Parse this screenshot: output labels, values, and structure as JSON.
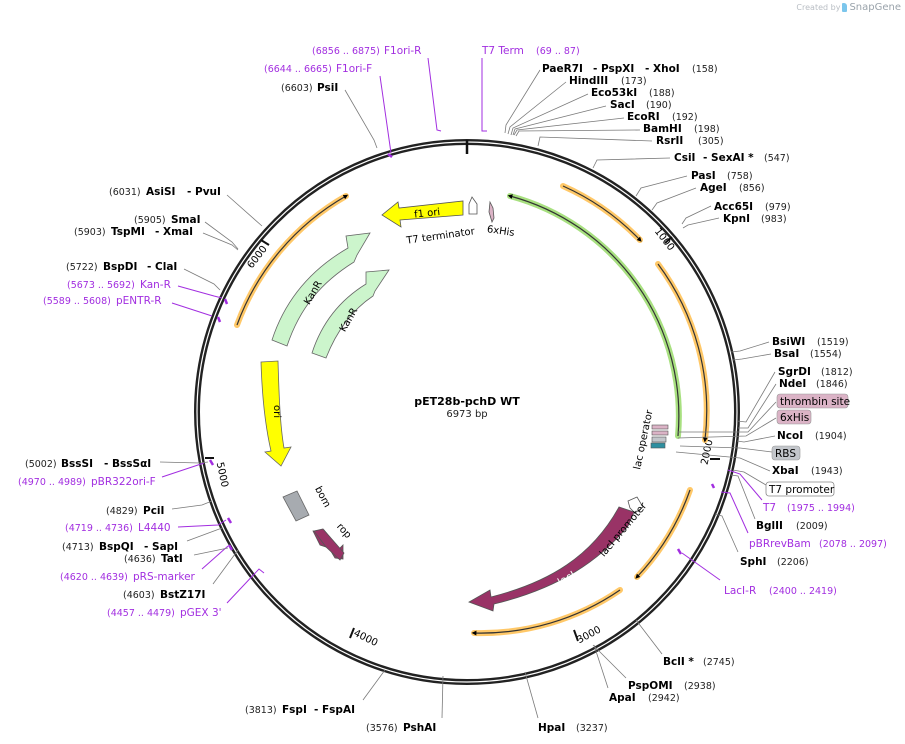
{
  "credit": {
    "prefix": "Created by",
    "brand": "SnapGene"
  },
  "plasmid": {
    "name": "pET28b-pchD WT",
    "length": "6973 bp"
  },
  "ticks": [
    "1000",
    "2000",
    "3000",
    "4000",
    "5000",
    "6000"
  ],
  "enzymes": [
    {
      "name": "PaeR7I",
      "alt": "- PspXI",
      "alt2": "- XhoI",
      "pos": "(158)"
    },
    {
      "name": "HindIII",
      "pos": "(173)"
    },
    {
      "name": "Eco53kI",
      "pos": "(188)"
    },
    {
      "name": "SacI",
      "pos": "(190)"
    },
    {
      "name": "EcoRI",
      "pos": "(192)"
    },
    {
      "name": "BamHI",
      "pos": "(198)"
    },
    {
      "name": "RsrII",
      "pos": "(305)"
    },
    {
      "name": "CsiI",
      "alt": "- SexAI *",
      "pos": "(547)"
    },
    {
      "name": "PasI",
      "pos": "(758)"
    },
    {
      "name": "AgeI",
      "pos": "(856)"
    },
    {
      "name": "Acc65I",
      "pos": "(979)"
    },
    {
      "name": "KpnI",
      "pos": "(983)"
    },
    {
      "name": "BsiWI",
      "pos": "(1519)"
    },
    {
      "name": "BsaI",
      "pos": "(1554)"
    },
    {
      "name": "SgrDI",
      "pos": "(1812)"
    },
    {
      "name": "NdeI",
      "pos": "(1846)"
    },
    {
      "name": "NcoI",
      "pos": "(1904)"
    },
    {
      "name": "XbaI",
      "pos": "(1943)"
    },
    {
      "name": "BglII",
      "pos": "(2009)"
    },
    {
      "name": "SphI",
      "pos": "(2206)"
    },
    {
      "name": "BclI *",
      "pos": "(2745)"
    },
    {
      "name": "PspOMI",
      "pos": "(2938)"
    },
    {
      "name": "ApaI",
      "pos": "(2942)"
    },
    {
      "name": "HpaI",
      "pos": "(3237)"
    },
    {
      "name": "PshAI",
      "pos": "(3576)"
    },
    {
      "name": "FspI",
      "alt": "- FspAI",
      "pos": "(3813)"
    },
    {
      "name": "BstZ17I",
      "pos": "(4603)"
    },
    {
      "name": "TatI",
      "pos": "(4636)"
    },
    {
      "name": "BspQI",
      "alt": "- SapI",
      "pos": "(4713)"
    },
    {
      "name": "PciI",
      "pos": "(4829)"
    },
    {
      "name": "BssSI",
      "alt": "- BssSαI",
      "pos": "(5002)"
    },
    {
      "name": "BspDI",
      "alt": "- ClaI",
      "pos": "(5722)"
    },
    {
      "name": "TspMI",
      "alt": "- XmaI",
      "pos": "(5903)"
    },
    {
      "name": "SmaI",
      "pos": "(5905)"
    },
    {
      "name": "AsiSI",
      "alt": "- PvuI",
      "pos": "(6031)"
    },
    {
      "name": "PsiI",
      "pos": "(6603)"
    }
  ],
  "primers": [
    {
      "name": "F1ori-R",
      "range": "(6856 .. 6875)"
    },
    {
      "name": "F1ori-F",
      "range": "(6644 .. 6665)"
    },
    {
      "name": "T7 Term",
      "range": "(69 .. 87)"
    },
    {
      "name": "T7",
      "range": "(1975 .. 1994)"
    },
    {
      "name": "pBRrevBam",
      "range": "(2078 .. 2097)"
    },
    {
      "name": "LacI-R",
      "range": "(2400 .. 2419)"
    },
    {
      "name": "pGEX 3'",
      "range": "(4457 .. 4479)"
    },
    {
      "name": "pRS-marker",
      "range": "(4620 .. 4639)"
    },
    {
      "name": "L4440",
      "range": "(4719 .. 4736)"
    },
    {
      "name": "pBR322ori-F",
      "range": "(4970 .. 4989)"
    },
    {
      "name": "pENTR-R",
      "range": "(5589 .. 5608)"
    },
    {
      "name": "Kan-R",
      "range": "(5673 .. 5692)"
    }
  ],
  "boxed_features": [
    {
      "name": "thrombin site",
      "color": "#dbb3c6"
    },
    {
      "name": "6xHis",
      "color": "#dbb3c6"
    },
    {
      "name": "RBS",
      "color": "#c3c6cb"
    },
    {
      "name": "T7 promoter",
      "color": "#ffffff"
    }
  ],
  "features": {
    "f1_ori": "f1 ori",
    "t7_terminator": "T7 terminator",
    "his6": "6xHis",
    "kanr1": "KanR",
    "kanr2": "KanR",
    "ori": "ori",
    "bom": "bom",
    "rop": "rop",
    "lacI": "lacI",
    "lacI_promoter": "lacI promoter",
    "lac_operator": "lac operator"
  },
  "colors": {
    "f1_ori": "#ffff00",
    "kanr": "#ccf5cc",
    "ori": "#ffff00",
    "lacI": "#993366",
    "rop": "#993366",
    "bom": "#a7abb0",
    "orf": "#ffc868",
    "orf_green": "#a8e080",
    "primer": "#a22ee0"
  }
}
